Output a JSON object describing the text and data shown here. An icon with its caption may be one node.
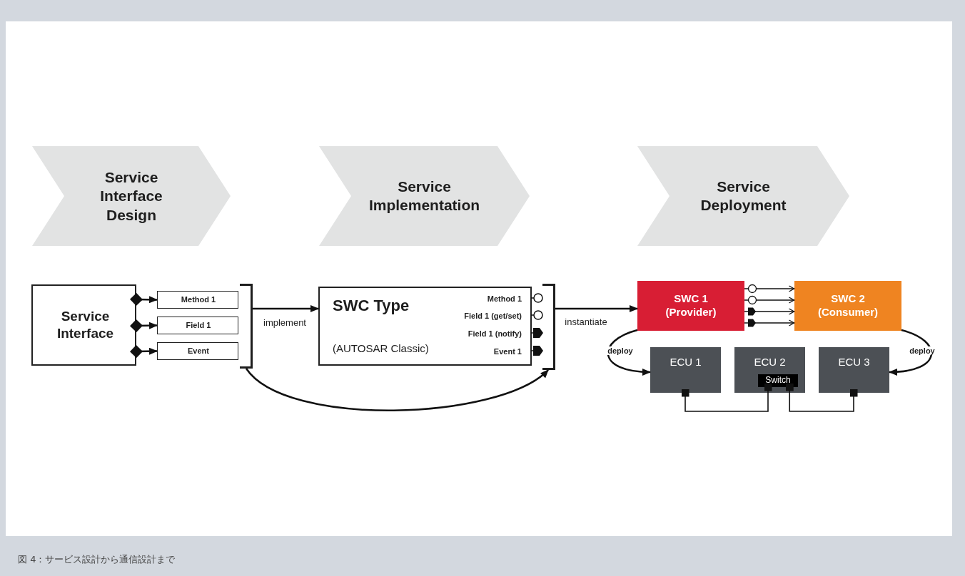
{
  "diagram": {
    "caption": "図 4：サービス設計から通信設計まで",
    "nodes": [
      {
        "text": [
          "Service Interface Design"
        ]
      },
      {
        "text": [
          "Service Implementation"
        ]
      },
      {
        "text": [
          "Service Deployment"
        ]
      },
      {
        "text": [
          "Service Interface"
        ]
      },
      {
        "text": [
          "Method 1"
        ]
      },
      {
        "text": [
          "Field 1"
        ]
      },
      {
        "text": [
          "Event"
        ]
      },
      {
        "text": [
          "SWC Type",
          "Method 1",
          "Field 1 (get/set)",
          "Field 1 (notify)",
          "Event 1",
          "(AUTOSAR Classic)"
        ]
      },
      {
        "text": [],
        "shape": "bracket"
      },
      {
        "text": [],
        "shape": "bracket"
      },
      {
        "text": [
          "SWC 1 (Provider)"
        ]
      },
      {
        "text": [
          "SWC 2 (Consumer)"
        ]
      },
      {
        "text": [
          "ECU 1"
        ]
      },
      {
        "text": [
          "ECU 2"
        ]
      },
      {
        "text": [
          "Switch"
        ],
        "in": 13
      },
      {
        "text": [
          "ECU 3"
        ]
      }
    ],
    "edges": [
      {
        "from": 3,
        "to": 4,
        "arrow": "to"
      },
      {
        "from": 3,
        "to": 5,
        "arrow": "to"
      },
      {
        "from": 3,
        "to": 6,
        "arrow": "to"
      },
      {
        "from": 8,
        "to": 7,
        "arrow": "to",
        "label": "implement"
      },
      {
        "from": 9,
        "to": 10,
        "arrow": "to",
        "label": "instantiate"
      },
      {
        "from": 8,
        "to": 9,
        "arrow": "to"
      },
      {
        "from": 10,
        "to": 11,
        "arrow": "to"
      },
      {
        "from": 10,
        "to": 11,
        "arrow": "to"
      },
      {
        "from": 10,
        "to": 11,
        "arrow": "to"
      },
      {
        "from": 10,
        "to": 11,
        "arrow": "to"
      },
      {
        "from": 10,
        "to": 12,
        "arrow": "to",
        "label": "deploy"
      },
      {
        "from": 11,
        "to": 15,
        "arrow": "to",
        "label": "deploy"
      },
      {
        "from": 12,
        "to": 14,
        "arrow": "other"
      },
      {
        "from": 14,
        "to": 15,
        "arrow": "other"
      }
    ]
  }
}
